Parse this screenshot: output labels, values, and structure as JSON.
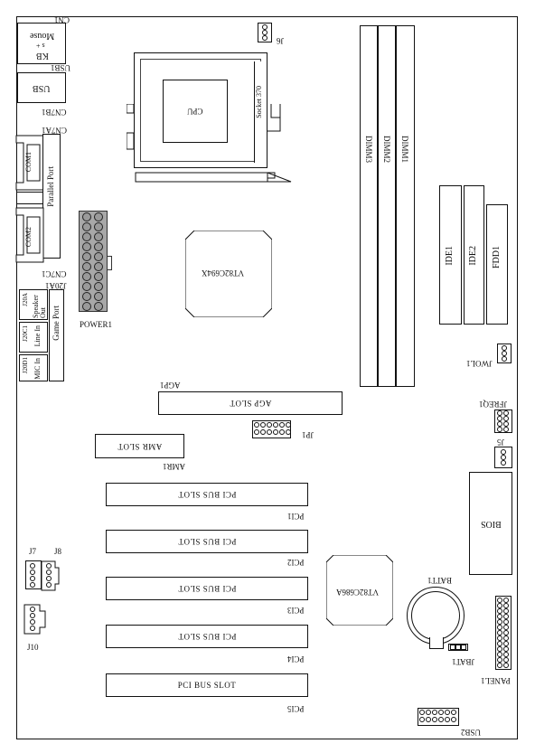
{
  "labels": {
    "cn1": "CN1",
    "kb": "KB",
    "mouse": "Mouse",
    "kb_sep": "s +",
    "usb1": "USB1",
    "usb": "USB",
    "cn7b1": "CN7B1",
    "cn7a1": "CN7A1",
    "com1": "COM1",
    "parallel": "Parallel Port",
    "com2": "COM2",
    "cn7c1": "CN7C1",
    "j20a1": "J20A1",
    "speaker": "Speaker Out",
    "speaker_top": "J20A",
    "line": "Line In",
    "line_top": "J20C1",
    "mic": "MIC In",
    "mic_top": "J20D1",
    "game_port": "Game Port",
    "power1": "POWER1",
    "cpu": "CPU",
    "socket": "Socket 370",
    "j6": "J6",
    "vt82c694x": "VT82C694X",
    "dimm3": "DIMM3",
    "dimm2": "DIMM2",
    "dimm1": "DIMM1",
    "ide1": "IDE1",
    "ide2": "IDE2",
    "fdd1": "FDD1",
    "jwol1": "JWOL1",
    "agp1": "AGP1",
    "agp_slot": "AGP SLOT",
    "jp1": "JP1",
    "jfreq1": "JFREQ1",
    "amr_slot": "AMR SLOT",
    "amr1": "AMR1",
    "j5": "J5",
    "pci_bus_slot": "PCI BUS SLOT",
    "pci1": "PCI1",
    "pci2": "PCI2",
    "pci3": "PCI3",
    "pci4": "PCI4",
    "pci5": "PCI5",
    "bios": "BIOS",
    "j7": "J7",
    "j8": "J8",
    "j10": "J10",
    "vt82c686a": "VT82C686A",
    "batt1": "BATT1",
    "jbat1": "JBAT1",
    "panel1": "PANEL1",
    "usb2": "USB2"
  }
}
